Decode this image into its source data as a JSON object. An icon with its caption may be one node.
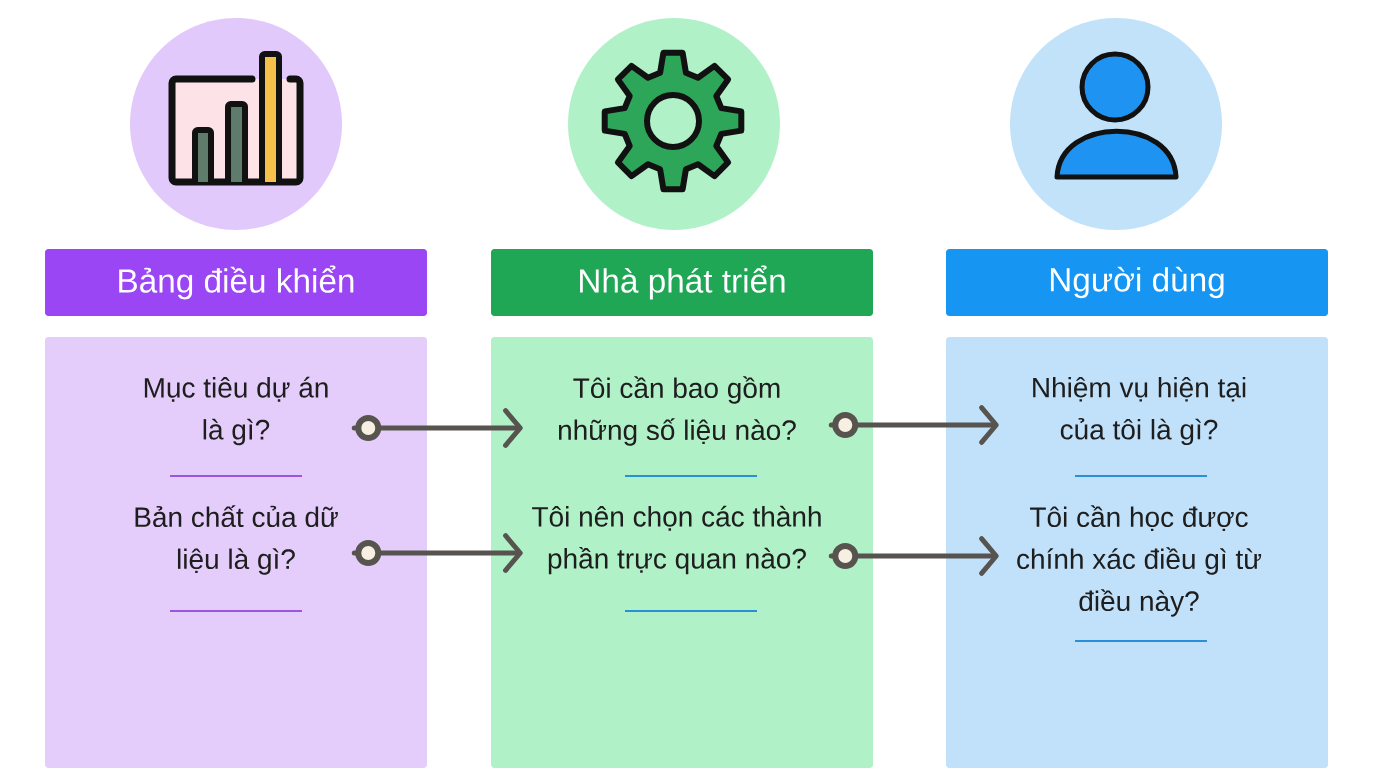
{
  "diagram": {
    "nodes": [
      {
        "text": [
          "Bảng điều khiển"
        ]
      },
      {
        "text": [
          "Nhà phát triển"
        ]
      },
      {
        "text": [
          "Người dùng"
        ]
      },
      {
        "text": [],
        "shape": "box"
      },
      {
        "text": [
          "Mục tiêu dự án là gì?"
        ],
        "in": 3
      },
      {
        "text": [
          "Bản chất của dữ liệu là gì?"
        ],
        "in": 3
      },
      {
        "text": [],
        "shape": "box"
      },
      {
        "text": [
          "Tôi cần bao gồm những số liệu nào?"
        ],
        "in": 6
      },
      {
        "text": [
          "Tôi nên chọn các thành phần trực quan nào?"
        ],
        "in": 6
      },
      {
        "text": [],
        "shape": "box"
      },
      {
        "text": [
          "Nhiệm vụ hiện tại của tôi là gì?"
        ],
        "in": 9
      },
      {
        "text": [
          "Tôi cần học được chính xác điều gì từ điều này?"
        ],
        "in": 9
      }
    ],
    "edges": [
      {
        "from": 4,
        "to": 7,
        "arrow": "to"
      },
      {
        "from": 5,
        "to": 8,
        "arrow": "to"
      },
      {
        "from": 7,
        "to": 10,
        "arrow": "to"
      },
      {
        "from": 8,
        "to": 11,
        "arrow": "to"
      }
    ]
  }
}
